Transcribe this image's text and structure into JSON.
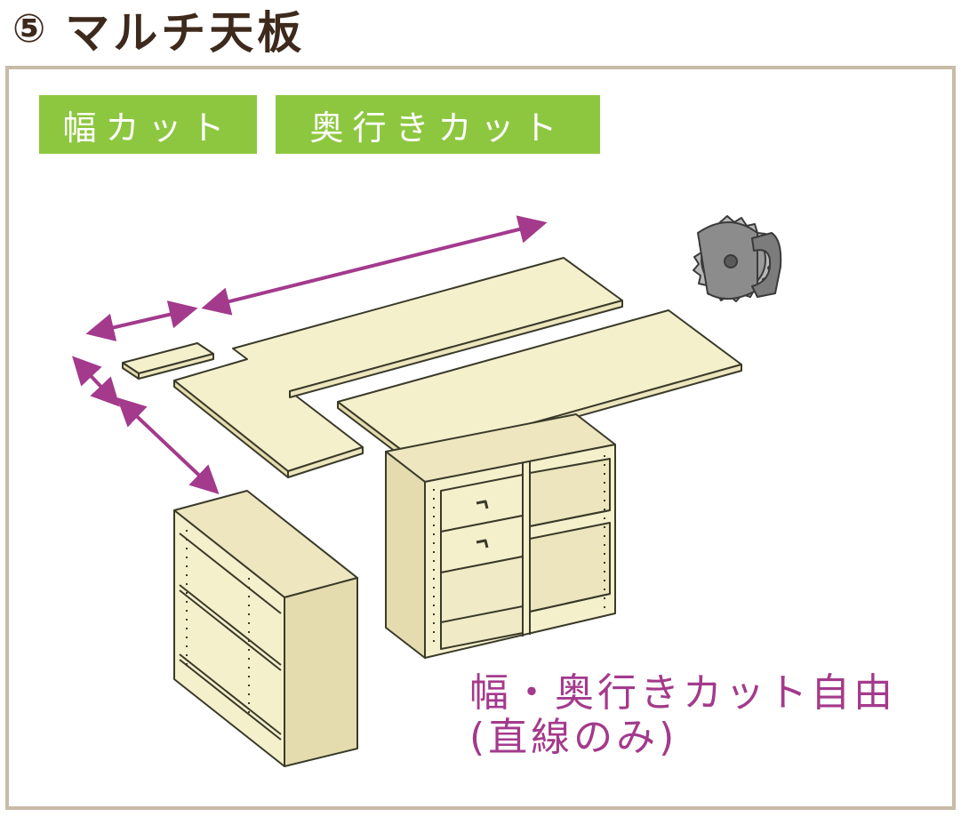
{
  "title": {
    "number": "⑤",
    "text": "マルチ天板"
  },
  "badges": {
    "width_cut": "幅カット",
    "depth_cut": "奥行きカット"
  },
  "caption": {
    "line1": "幅・奥行きカット自由",
    "line2": "(直線のみ)"
  },
  "colors": {
    "title": "#3d2a1c",
    "frame_border": "#c8bba7",
    "badge_green": "#8dc740",
    "arrow_purple": "#a33a8c",
    "wood": "#f5f0cc",
    "wood_edge": "#3a3a2a",
    "saw_gray": "#9a9a9a"
  },
  "icons": [
    "circular-saw-icon",
    "double-arrow-icon"
  ]
}
